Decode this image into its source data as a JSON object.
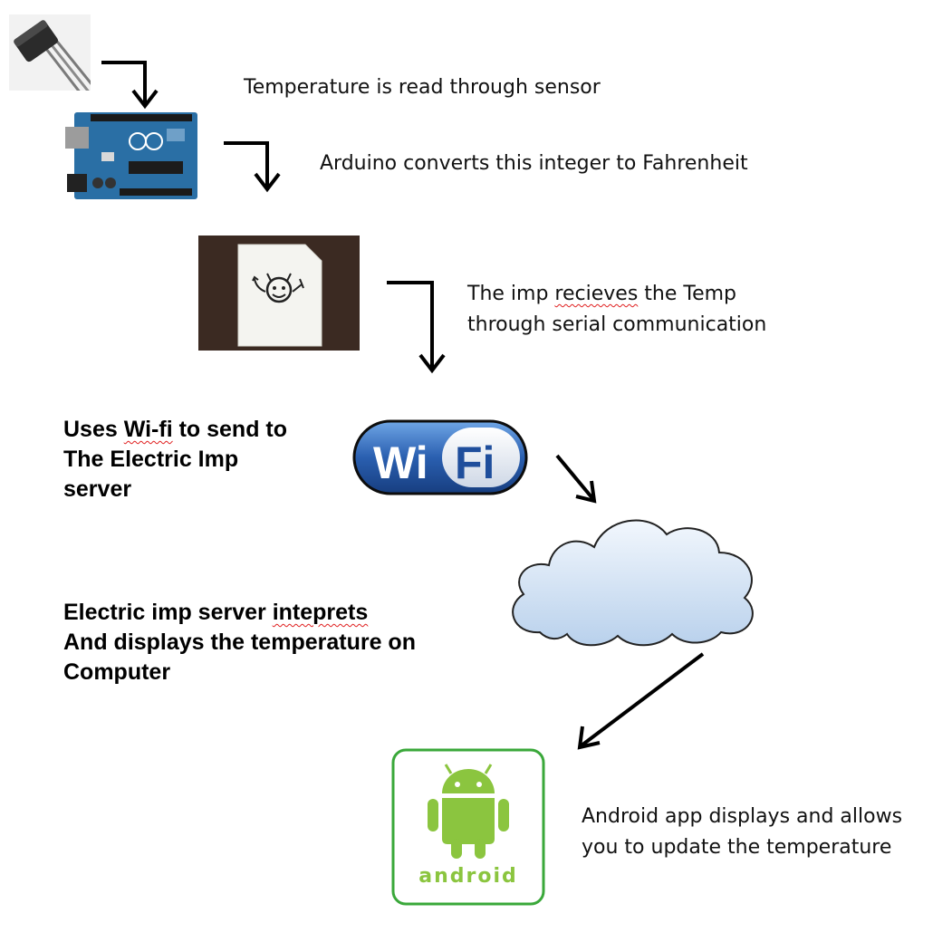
{
  "steps": {
    "sensor": "Temperature is read through sensor",
    "arduino": "Arduino converts this integer to Fahrenheit",
    "imp_pre": "The imp ",
    "imp_squig": "recieves",
    "imp_post": " the Temp",
    "imp_line2": "through serial communication",
    "android_line1": "Android app displays and allows",
    "android_line2": "you to update the temperature"
  },
  "bold_steps": {
    "wifi_pre": "Uses ",
    "wifi_squig": "Wi-fi",
    "wifi_post": " to send to",
    "wifi_line2": "The Electric Imp",
    "wifi_line3": "server",
    "server_pre": "Electric imp server ",
    "server_squig": "inteprets",
    "server_line2": "And displays the temperature on",
    "server_line3": "Computer"
  },
  "logos": {
    "wifi_left": "Wi",
    "wifi_right": "Fi",
    "android_word": "android"
  },
  "colors": {
    "android_green": "#8bc53f",
    "android_border": "#3aa83a",
    "wifi_blue": "#1f4e9c",
    "arduino_blue": "#2a6fa5",
    "imp_bg": "#3b2a22",
    "cloud_fill": "#cfe0f2"
  }
}
